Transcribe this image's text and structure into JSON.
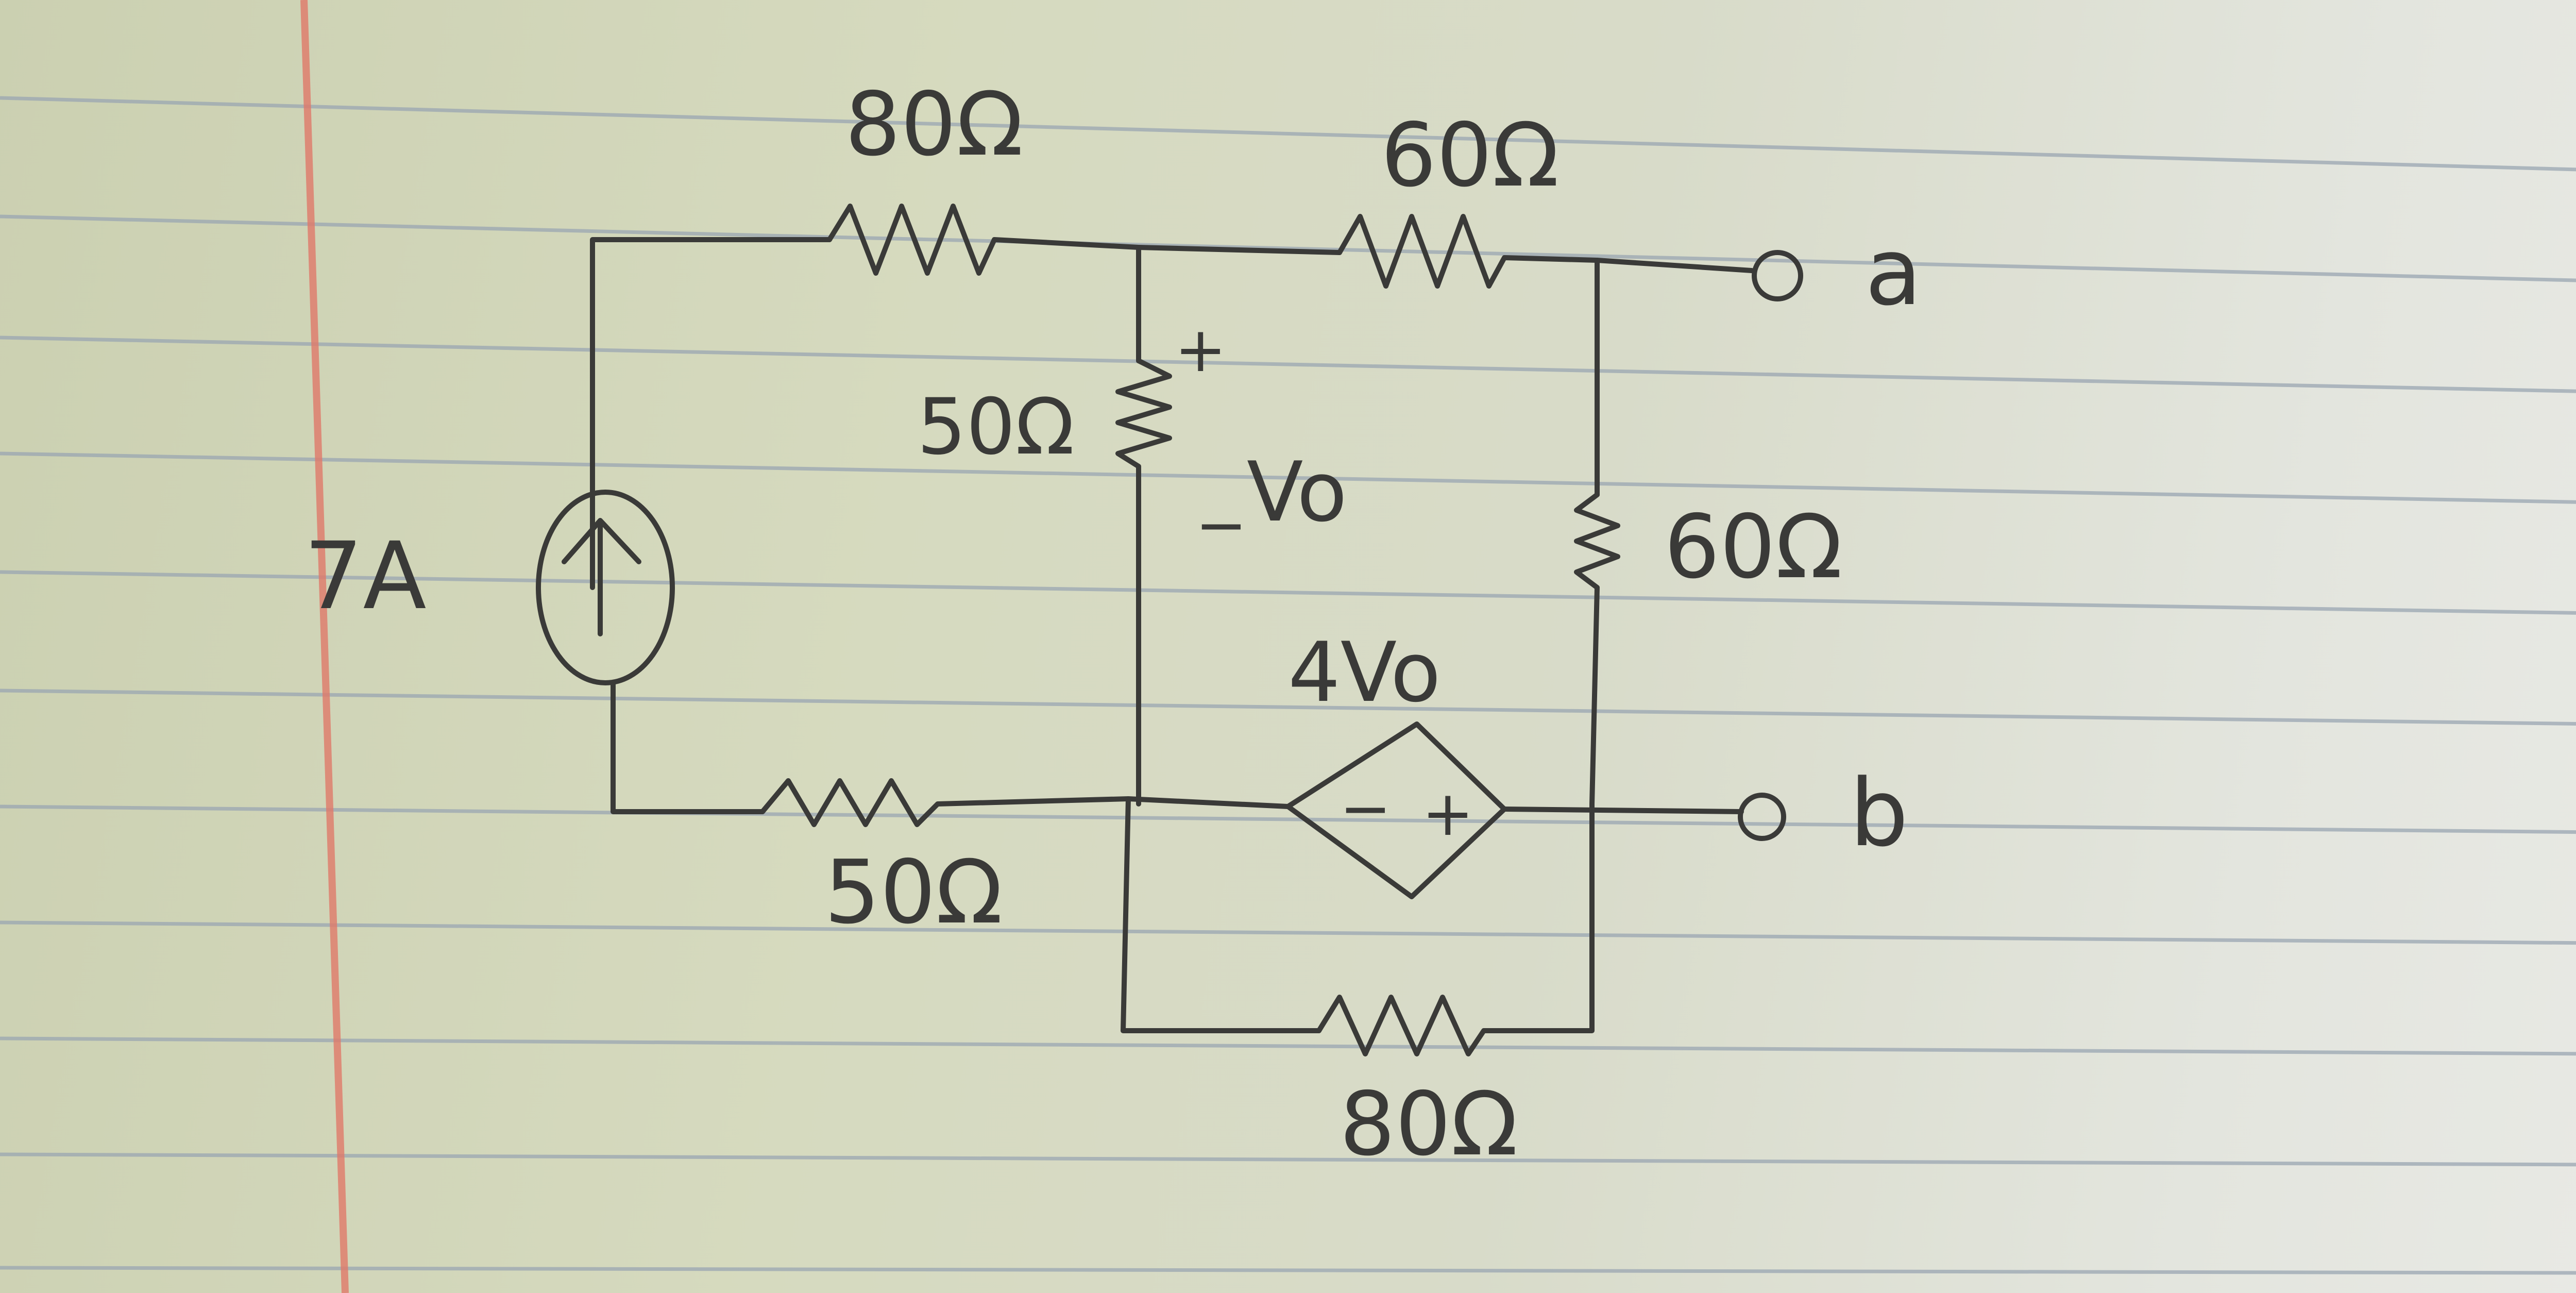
{
  "labels": {
    "r_top_left": "80Ω",
    "r_top_right": "60Ω",
    "r_vertical_left": "50Ω",
    "r_vertical_right": "60Ω",
    "r_bottom_left": "50Ω",
    "r_bottom": "80Ω",
    "current_source": "7A",
    "dep_source": "4Vo",
    "vo_label": "Vo",
    "vo_plus": "+",
    "vo_minus": "−",
    "dep_minus": "−",
    "dep_plus": "+",
    "terminal_a": "a",
    "terminal_b": "b"
  },
  "colors": {
    "ink": "#3a3a38",
    "rule_line": "#9aa6b2",
    "margin_line": "#e07a6a"
  }
}
